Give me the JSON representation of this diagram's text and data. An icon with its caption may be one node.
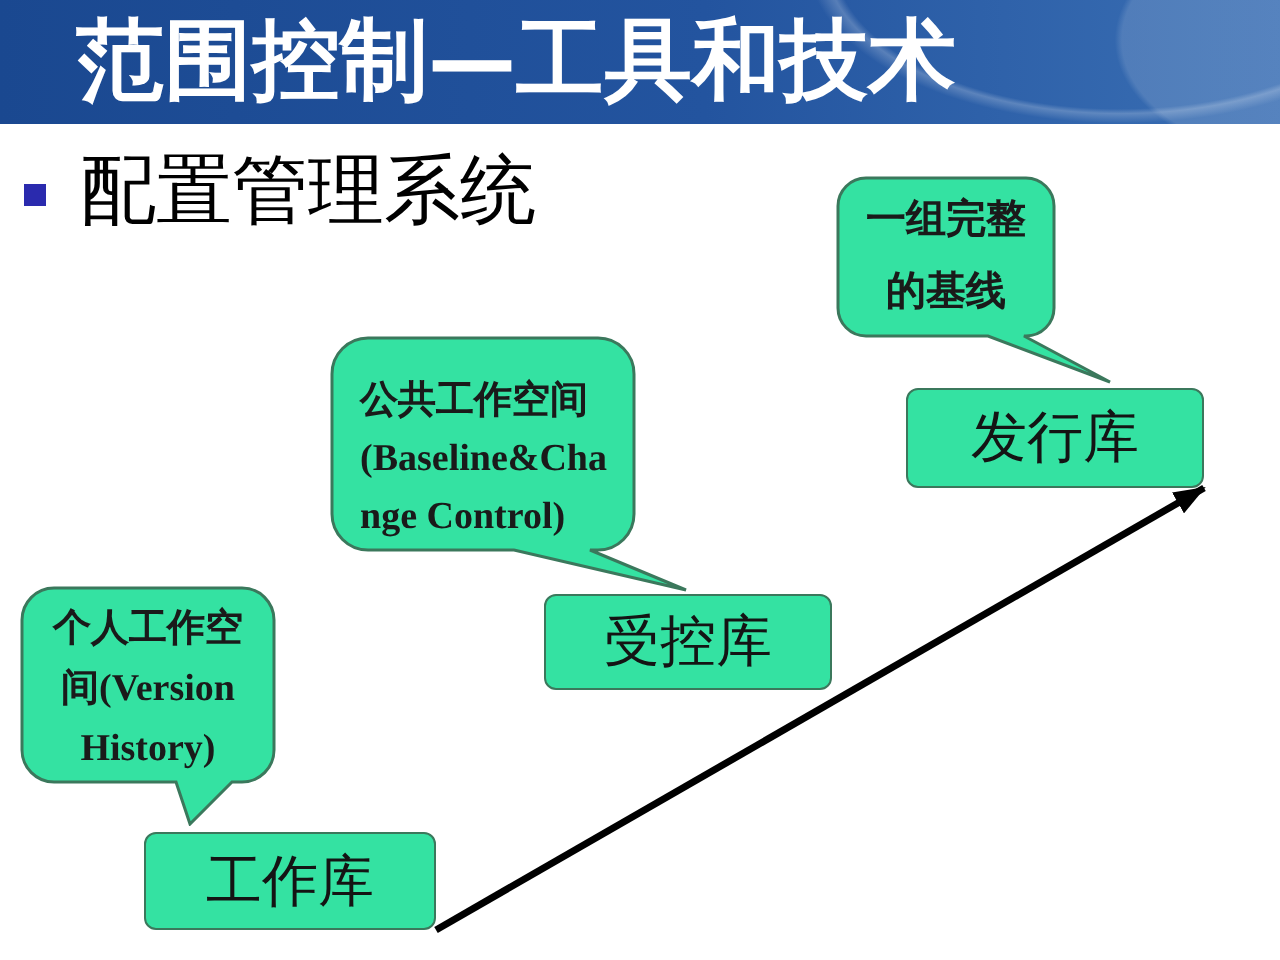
{
  "diagram": {
    "title": "范围控制—工具和技术",
    "nodes": [
      {
        "text": [
          "个人工作空间(Version History)"
        ]
      },
      {
        "text": [
          "工作库"
        ]
      },
      {
        "text": [
          "公共工作空间 (Baseline&Change Control)"
        ]
      },
      {
        "text": [
          "受控库"
        ]
      },
      {
        "text": [
          "一组完整的基线"
        ]
      },
      {
        "text": [
          "发行库"
        ]
      }
    ],
    "edges": [
      {
        "from": 1,
        "to": 5,
        "arrow": "to"
      }
    ],
    "labels": [
      "配置管理系统"
    ]
  }
}
